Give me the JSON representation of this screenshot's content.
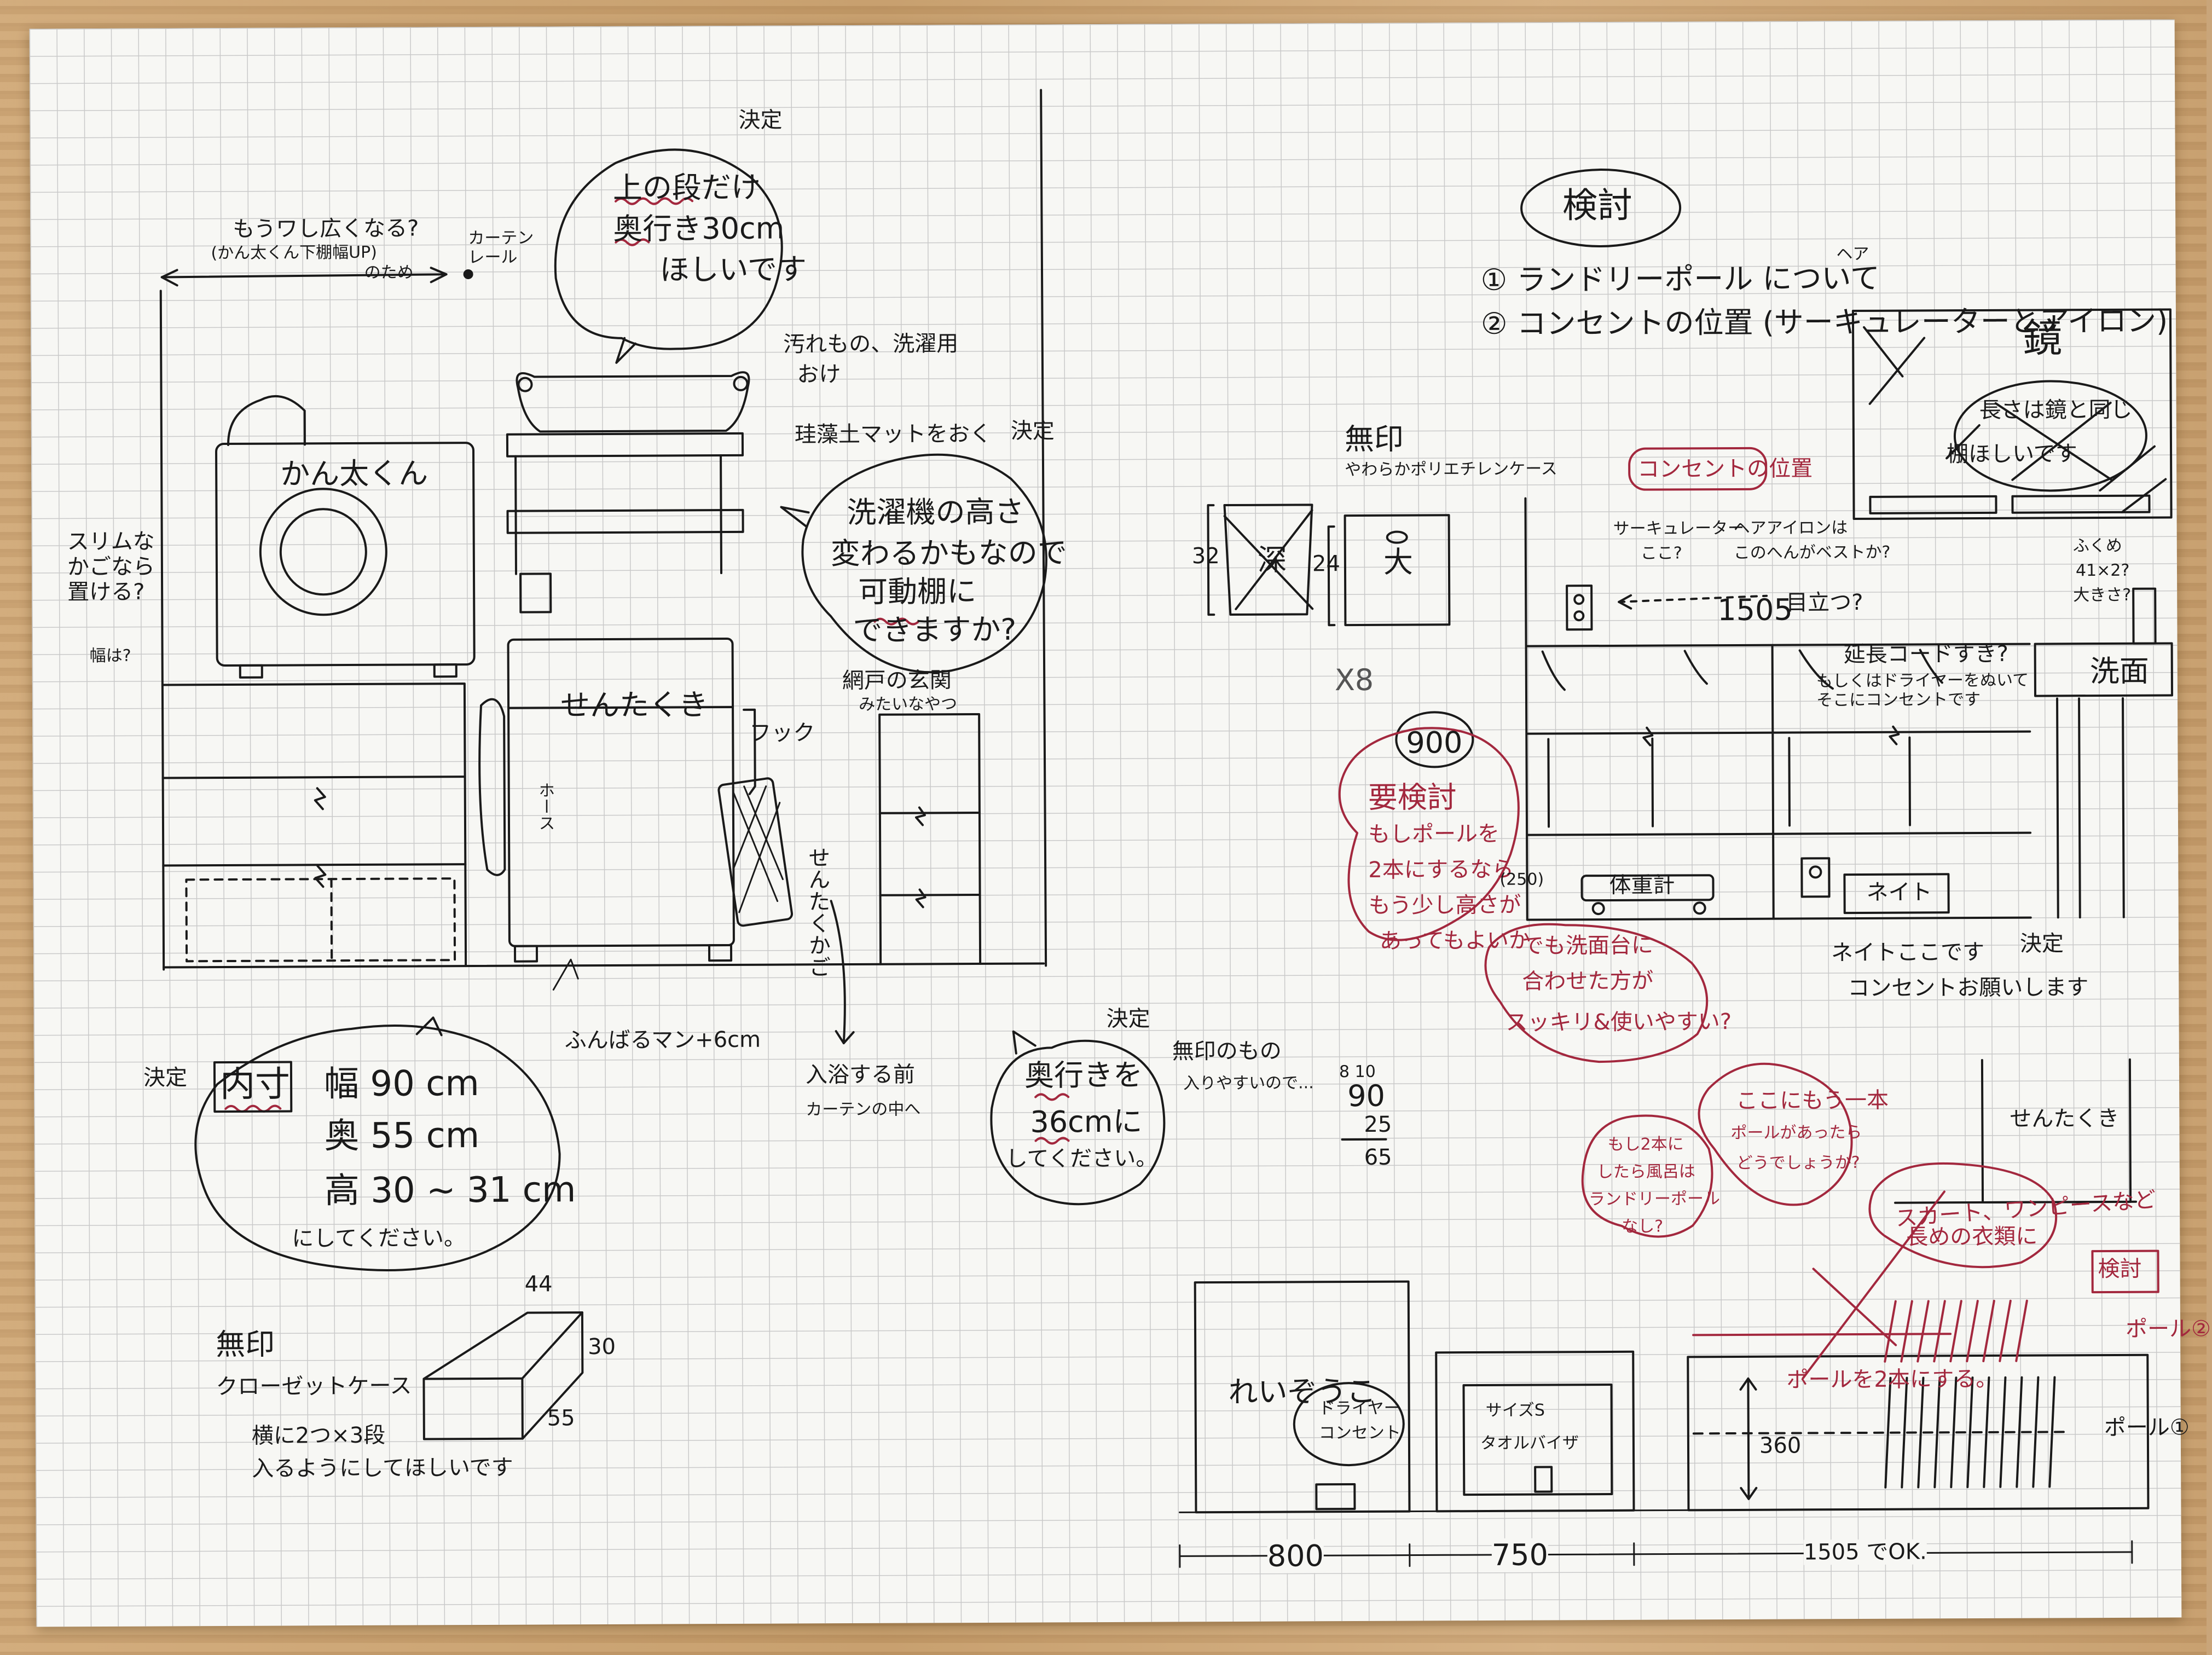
{
  "left": {
    "kettei_top": "決定",
    "motto_hiroku": "もうワし広くなる?",
    "kantakun_note": "(かん太くん下棚幅UP)",
    "no_tame": "のため",
    "curtain_rail": "カーテン\nレール",
    "bubble_top_line1": "上の段だけ",
    "bubble_top_line2": "奥行き30cm",
    "bubble_top_line3": "ほしいです",
    "oke_line1": "汚れもの、洗濯用",
    "oke_line2": "おけ",
    "keisou_mat": "珪藻土マットをおく",
    "kettei_mat": "決定",
    "kantakun": "かん太くん",
    "slim_note": "スリムな\nかごなら\n置ける?",
    "slim_note2": "幅は?",
    "bubble_mid_line1": "洗濯機の高さ",
    "bubble_mid_line2": "変わるかもなので",
    "bubble_mid_line3": "可動棚に",
    "bubble_mid_line4": "できますか?",
    "amido": "網戸の玄関",
    "amido2": "みたいなやつ",
    "sentakuki": "せんたくき",
    "hook": "フック",
    "hose": "ホース",
    "sentakukago": "せんたくかご",
    "funbaruman": "ふんばるマン+6cm",
    "nyuuyoku1": "入浴する前",
    "nyuuyoku2": "カーテンの中へ",
    "kettei_bottom": "決定",
    "naisun": "内寸",
    "haba": "幅 90 cm",
    "oku": "奥 55 cm",
    "taka": "高 30 ~ 31 cm",
    "shite": "にしてください。",
    "kettei_36": "決定",
    "bubble36_1": "奥行きを",
    "bubble36_2": "36cmに",
    "bubble36_3": "してください。",
    "mujirushi_mono1": "無印のもの",
    "mujirushi_mono2": "入りやすいので...",
    "mujirushi": "無印",
    "closet_case": "クローゼットケース",
    "yoko1": "横に2つ×3段",
    "yoko2": "入るようにしてほしいです",
    "dim_44": "44",
    "dim_30": "30",
    "dim_55": "55"
  },
  "right": {
    "kentou_title": "検討",
    "item1": "① ランドリーポール について",
    "item2": "② コンセントの位置 (サーキュレーターとアイロン)",
    "item2_small": "ヘア",
    "kagami": "鏡",
    "kagami_note1": "長さは鏡と同じ",
    "kagami_note2": "棚ほしいです",
    "mujirushi_pp1": "無印",
    "mujirushi_pp2": "やわらかポリエチレンケース",
    "fuka": "深",
    "dai": "大",
    "dim_32": "32",
    "dim_24": "24",
    "x8": "X8",
    "concent_ichi": "コンセントの位置",
    "circulator1": "サーキュレーター",
    "circulator2": "ここ?",
    "iron1": "ヘアアイロンは",
    "iron2": "このへんがベストか?",
    "dim_1505a": "1505",
    "medatsu": "目立つ?",
    "fukumeru": "ふくめ",
    "dim_41x2": "41×2?",
    "ooki": "大きさ?",
    "enchou1": "延長コードすき?",
    "enchou2": "もしくはドライヤーをぬいて",
    "enchou3": "そこにコンセントです",
    "senmen": "洗面",
    "dim_900": "900",
    "you_kentou": "要検討",
    "moshi1": "もしポールを",
    "moshi2": "2本にするなら",
    "moshi3": "もう少し高さが",
    "moshi4": "あってもよいか",
    "dim_250": "(250)",
    "taijuukei": "体重計",
    "neito": "ネイト",
    "neito_koko1": "ネイトここです",
    "neito_koko2": "コンセントお願いします",
    "kettei_neito": "決定",
    "demo1": "でも洗面台に",
    "demo2": "合わせた方が",
    "demo3": "スッキリ&使いやすい?",
    "calc1": "8 10",
    "calc2": "90",
    "calc3": "25",
    "calc4": "65",
    "sentakuki_r": "せんたくき",
    "kokoni1": "ここにもう一本",
    "kokoni2": "ポールがあったら",
    "kokoni3": "どうでしょうか?",
    "moshi2hon1": "もし2本に",
    "moshi2hon2": "したら風呂は",
    "moshi2hon3": "ランドリーポール",
    "moshi2hon4": "なし?",
    "skirt1": "スカート、ワンピースなど",
    "skirt2": "長めの衣類に",
    "kentou_small": "検討",
    "pole2": "ポール②",
    "pole_2hon": "ポールを2本にする。",
    "reizouko": "れいぞうこ",
    "dryer1": "ドライヤー",
    "dryer2": "コンセント",
    "saizu1": "サイズS",
    "saizu2": "タオルバイザ",
    "dim_360": "360",
    "pole1": "ポール①",
    "dim_800": "800",
    "dim_750": "750",
    "dim_1505b": "1505 でOK."
  },
  "colors": {
    "ink": "#1a1a1a",
    "red": "#a3283e",
    "paper": "#f7f7f4",
    "grid": "#c9c9c9"
  }
}
